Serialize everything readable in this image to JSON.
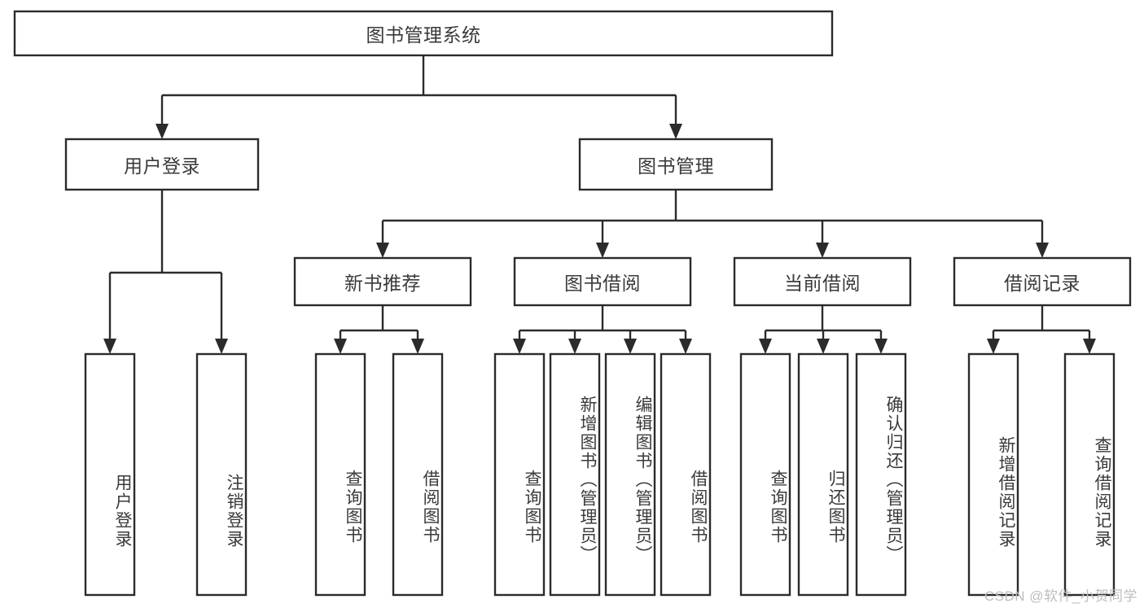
{
  "diagram": {
    "type": "tree-hierarchy",
    "title": "图书管理系统",
    "root": {
      "label": "图书管理系统",
      "orientation": "horizontal"
    },
    "level2": [
      {
        "label": "用户登录",
        "orientation": "horizontal"
      },
      {
        "label": "图书管理",
        "orientation": "horizontal"
      }
    ],
    "level3": [
      {
        "label": "新书推荐",
        "orientation": "horizontal"
      },
      {
        "label": "图书借阅",
        "orientation": "horizontal"
      },
      {
        "label": "当前借阅",
        "orientation": "horizontal"
      },
      {
        "label": "借阅记录",
        "orientation": "horizontal"
      }
    ],
    "leaves": {
      "user_login": [
        {
          "label": "用户登录",
          "orientation": "vertical"
        },
        {
          "label": "注销登录",
          "orientation": "vertical"
        }
      ],
      "new_book_recommend": [
        {
          "label": "查询图书",
          "orientation": "vertical"
        },
        {
          "label": "借阅图书",
          "orientation": "vertical"
        }
      ],
      "book_borrow": [
        {
          "label": "查询图书",
          "orientation": "vertical"
        },
        {
          "label": "新增图书（管理员）",
          "orientation": "vertical"
        },
        {
          "label": "编辑图书（管理员）",
          "orientation": "vertical"
        },
        {
          "label": "借阅图书",
          "orientation": "vertical"
        }
      ],
      "current_borrow": [
        {
          "label": "查询图书",
          "orientation": "vertical"
        },
        {
          "label": "归还图书",
          "orientation": "vertical"
        },
        {
          "label": "确认归还（管理员）",
          "orientation": "vertical"
        }
      ],
      "borrow_record": [
        {
          "label": "新增借阅记录",
          "orientation": "vertical"
        },
        {
          "label": "查询借阅记录",
          "orientation": "vertical"
        }
      ]
    }
  },
  "watermark": {
    "text": "CSDN @软件_小贺同学"
  },
  "colors": {
    "stroke": "#2b2b2b",
    "fill": "#ffffff",
    "text": "#3a3a3a",
    "watermark": "#bdbdbd"
  }
}
